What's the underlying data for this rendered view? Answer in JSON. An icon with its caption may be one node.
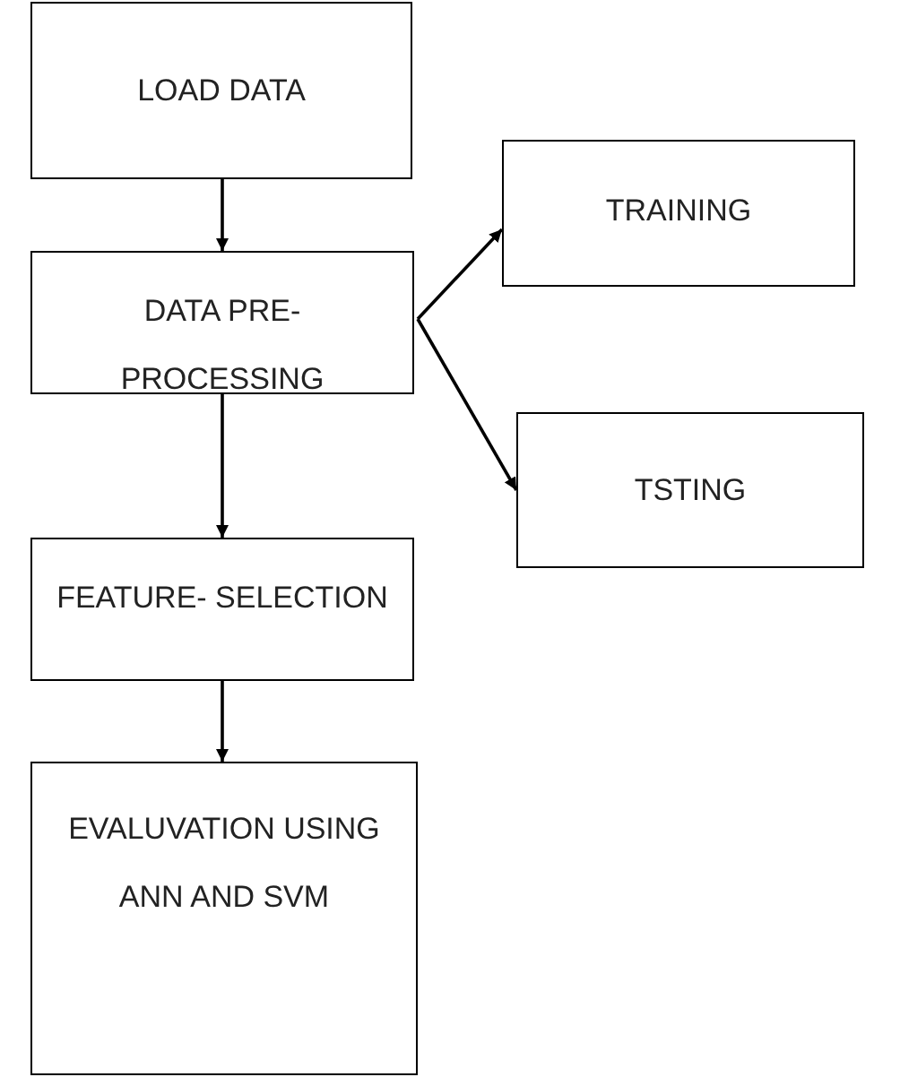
{
  "diagram": {
    "nodes": [
      {
        "text": [
          "LOAD DATA"
        ]
      },
      {
        "text": [
          "DATA PRE- PROCESSING"
        ]
      },
      {
        "text": [
          "TRAINING"
        ]
      },
      {
        "text": [
          "TSTING"
        ]
      },
      {
        "text": [
          "FEATURE- SELECTION"
        ]
      },
      {
        "text": [
          "EVALUVATION USING ANN AND SVM"
        ]
      }
    ],
    "edges": [
      {
        "from": 0,
        "to": 1,
        "arrow": "to"
      },
      {
        "from": 1,
        "to": 2,
        "arrow": "to"
      },
      {
        "from": 1,
        "to": 3,
        "arrow": "to"
      },
      {
        "from": 1,
        "to": 4,
        "arrow": "to"
      },
      {
        "from": 4,
        "to": 5,
        "arrow": "to"
      }
    ]
  }
}
